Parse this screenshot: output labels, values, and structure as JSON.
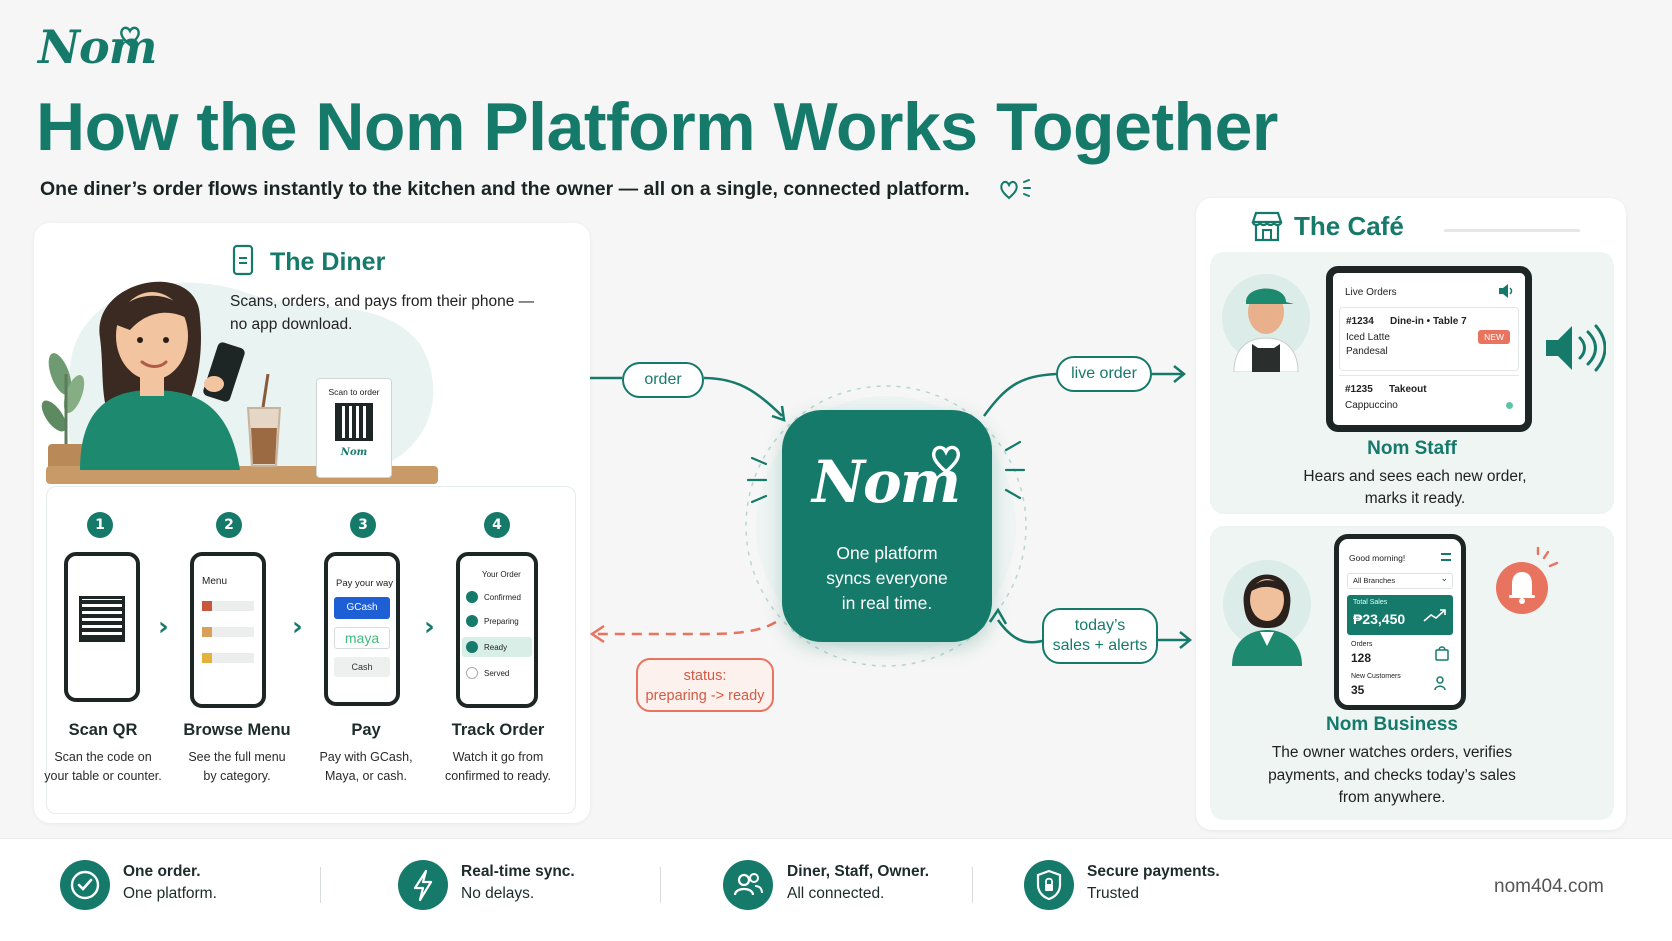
{
  "brand": {
    "logo": "Nom",
    "accent": "#167a6b",
    "alert": "#e8735f",
    "site": "nom404.com"
  },
  "header": {
    "title": "How the Nom Platform Works Together",
    "subtitle": "One diner’s order flows instantly to the kitchen and the owner — all on a single, connected platform."
  },
  "diner": {
    "title": "The Diner",
    "desc_line1": "Scans, orders, and pays from their phone —",
    "desc_line2": "no app download.",
    "tent_label": "Scan to order",
    "tent_logo": "Nom",
    "steps": [
      {
        "num": "1",
        "title": "Scan QR",
        "desc1": "Scan the code on",
        "desc2": "your table or counter."
      },
      {
        "num": "2",
        "title": "Browse Menu",
        "desc1": "See the full menu",
        "desc2": "by category."
      },
      {
        "num": "3",
        "title": "Pay",
        "desc1": "Pay with GCash,",
        "desc2": "Maya, or cash."
      },
      {
        "num": "4",
        "title": "Track Order",
        "desc1": "Watch it go from",
        "desc2": "confirmed to ready."
      }
    ],
    "phone2": {
      "header": "Menu"
    },
    "phone3": {
      "header": "Pay your way",
      "opt1": "GCash",
      "opt2": "maya",
      "opt3": "Cash"
    },
    "phone4": {
      "header": "Your Order",
      "s1": "Confirmed",
      "s2": "Preparing",
      "s3": "Ready",
      "s4": "Served"
    }
  },
  "center": {
    "logo": "Nom",
    "line1": "One platform",
    "line2": "syncs everyone",
    "line3": "in real time.",
    "order_label": "order",
    "live_label": "live order",
    "sales_line1": "today’s",
    "sales_line2": "sales + alerts",
    "status_line1": "status:",
    "status_line2": "preparing -> ready"
  },
  "cafe": {
    "title": "The Café",
    "staff": {
      "title": "Nom Staff",
      "desc1": "Hears and sees each new order,",
      "desc2": "marks it ready.",
      "tablet": {
        "header": "Live Orders",
        "o1_id": "#1234",
        "o1_type": "Dine-in • Table 7",
        "o1_item1": "Iced Latte",
        "o1_item2": "Pandesal",
        "o1_badge": "NEW",
        "o2_id": "#1235",
        "o2_type": "Takeout",
        "o2_item": "Cappuccino"
      }
    },
    "business": {
      "title": "Nom Business",
      "desc1": "The owner watches orders, verifies",
      "desc2": "payments, and checks today’s sales",
      "desc3": "from anywhere.",
      "phone": {
        "greeting": "Good morning!",
        "branches": "All Branches",
        "sales_label": "Total Sales",
        "sales_value": "₱23,450",
        "orders_label": "Orders",
        "orders_value": "128",
        "customers_label": "New Customers",
        "customers_value": "35"
      }
    }
  },
  "footer": [
    {
      "t1": "One order.",
      "t2": "One platform.",
      "icon": "check-circle-icon"
    },
    {
      "t1": "Real-time sync.",
      "t2": "No delays.",
      "icon": "lightning-icon"
    },
    {
      "t1": "Diner, Staff, Owner.",
      "t2": "All connected.",
      "icon": "people-icon"
    },
    {
      "t1": "Secure payments.",
      "t2": "Trusted",
      "icon": "shield-lock-icon"
    }
  ]
}
